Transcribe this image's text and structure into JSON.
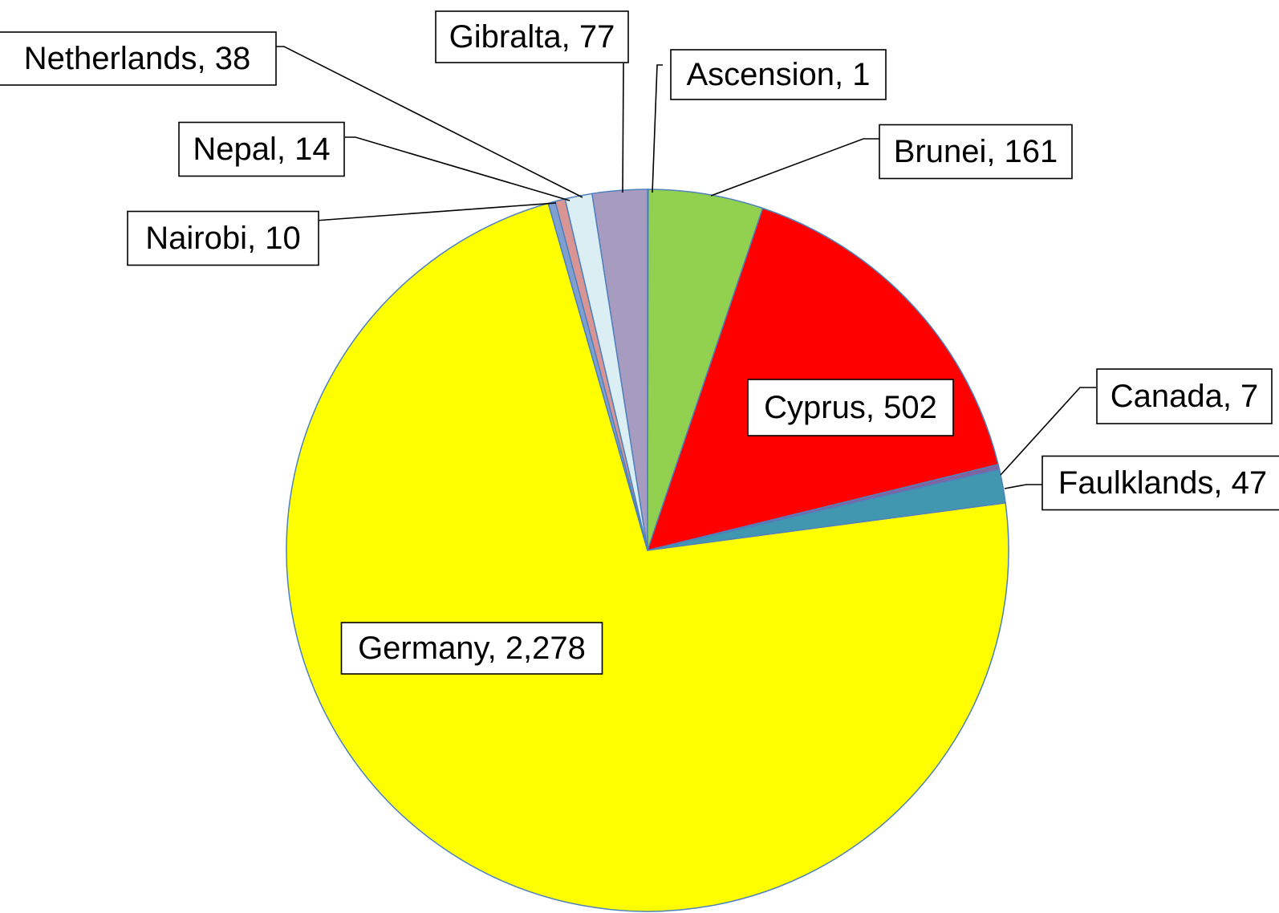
{
  "chart_data": {
    "type": "pie",
    "start_angle_deg": 0,
    "direction": "clockwise",
    "slices": [
      {
        "label": "Ascension, 1",
        "category": "Ascension",
        "value": 1,
        "color": "#4f81bd"
      },
      {
        "label": "Brunei, 161",
        "category": "Brunei",
        "value": 161,
        "color": "#92d050"
      },
      {
        "label": "Cyprus, 502",
        "category": "Cyprus",
        "value": 502,
        "color": "#ff0000"
      },
      {
        "label": "Canada, 7",
        "category": "Canada",
        "value": 7,
        "color": "#8064a2"
      },
      {
        "label": "Faulklands, 47",
        "category": "Faulklands",
        "value": 47,
        "color": "#4197b0"
      },
      {
        "label": "Germany, 2,278",
        "category": "Germany",
        "value": 2278,
        "color": "#ffff00"
      },
      {
        "label": "Nairobi, 10",
        "category": "Nairobi",
        "value": 10,
        "color": "#7f9fcf"
      },
      {
        "label": "Nepal, 14",
        "category": "Nepal",
        "value": 14,
        "color": "#d99594"
      },
      {
        "label": "Netherlands, 38",
        "category": "Netherlands",
        "value": 38,
        "color": "#dbeef4"
      },
      {
        "label": "Gibralta, 77",
        "category": "Gibralta",
        "value": 77,
        "color": "#a79bbf"
      }
    ]
  }
}
